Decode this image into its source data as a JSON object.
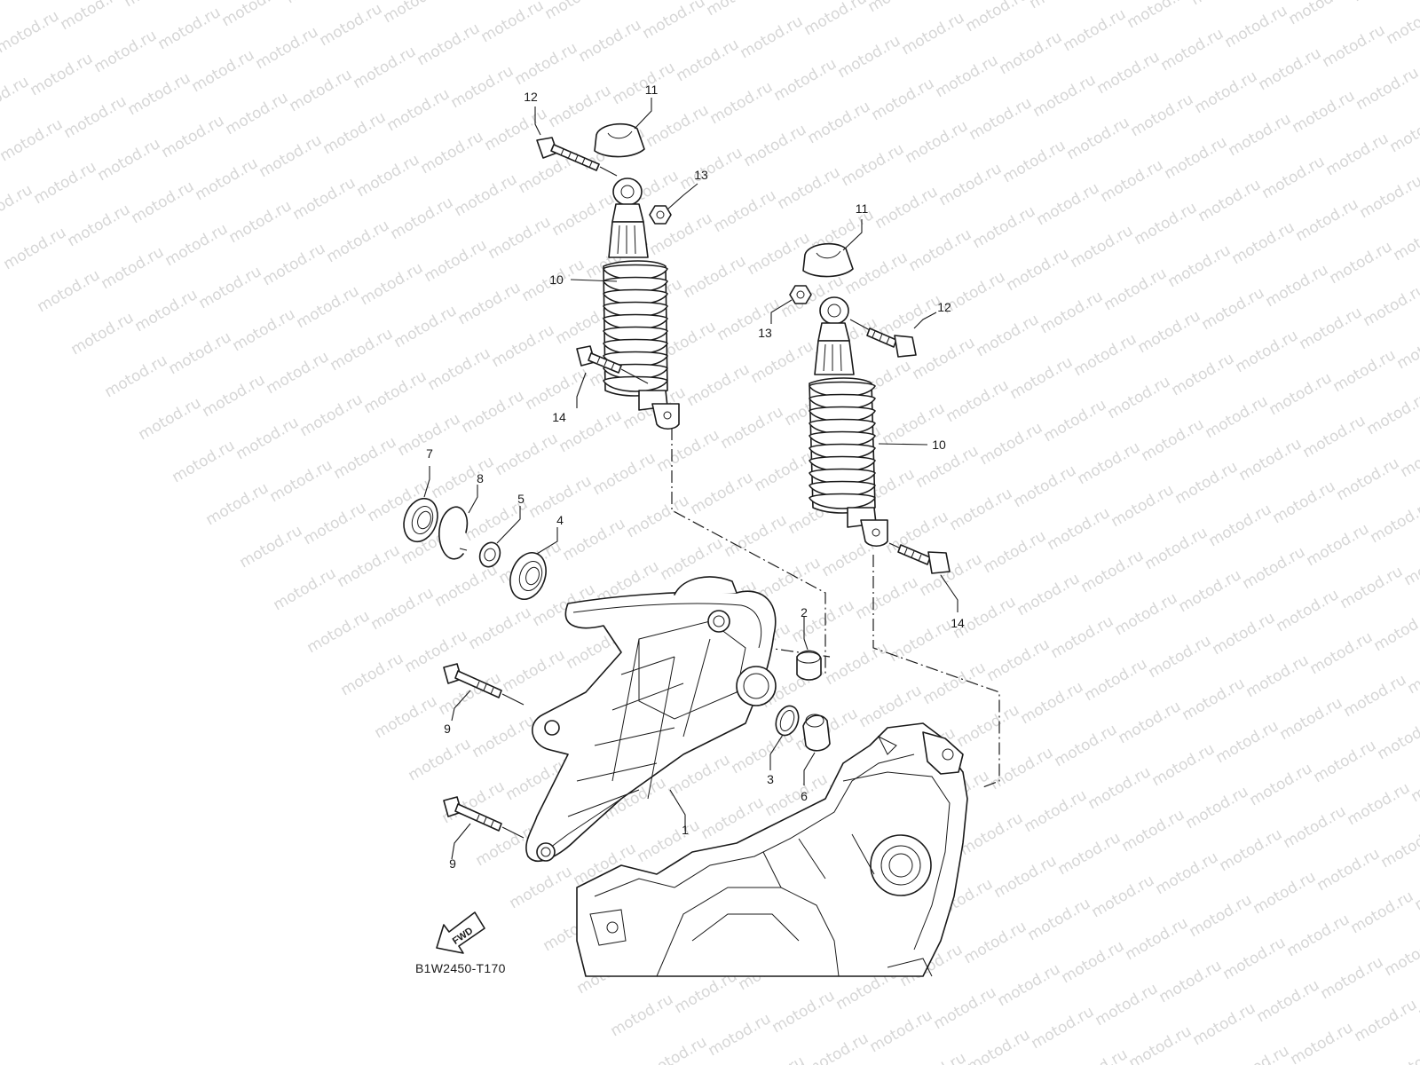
{
  "diagram": {
    "code": "B1W2450-T170",
    "direction_label": "FWD",
    "watermark_text": "motod.ru",
    "callouts": [
      "1",
      "2",
      "3",
      "4",
      "5",
      "6",
      "7",
      "8",
      "9",
      "9",
      "10",
      "10",
      "11",
      "11",
      "12",
      "12",
      "13",
      "13",
      "14",
      "14"
    ]
  },
  "colors": {
    "line": "#1a1a1a",
    "watermark": "#d6d6d6",
    "background": "#ffffff"
  }
}
